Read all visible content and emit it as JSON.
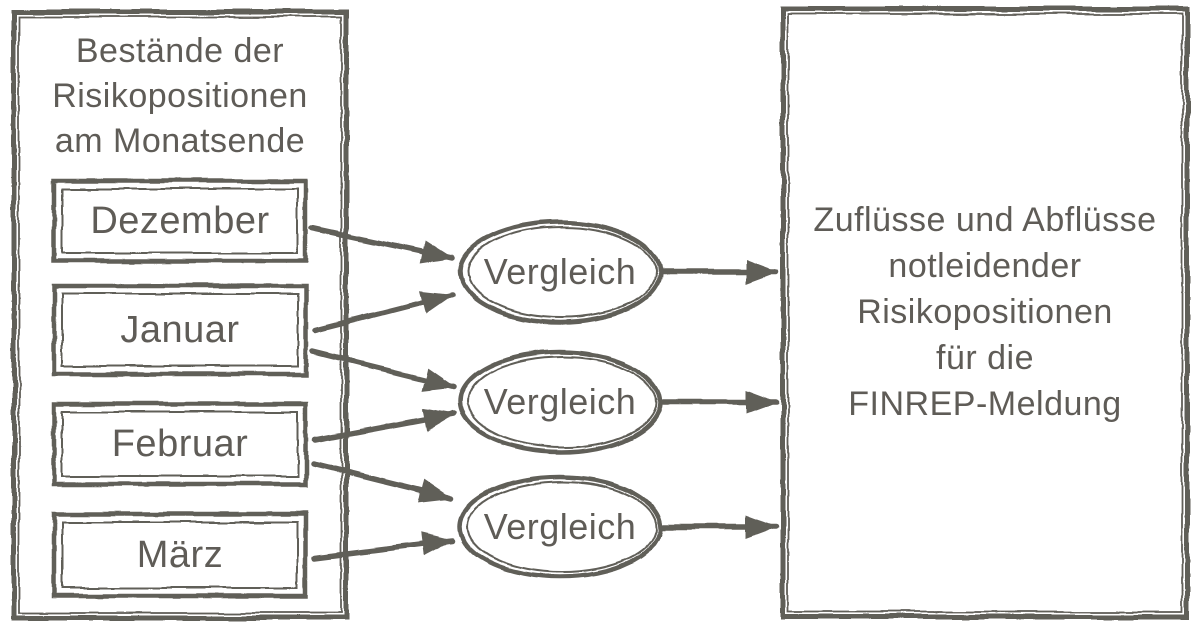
{
  "diagram": {
    "background": "#ffffff",
    "stroke_color": "#615e59",
    "left_panel": {
      "title": "Bestände der\nRisikopositionen\nam Monatsende",
      "months": [
        "Dezember",
        "Januar",
        "Februar",
        "März"
      ]
    },
    "process_nodes": [
      {
        "label": "Vergleich"
      },
      {
        "label": "Vergleich"
      },
      {
        "label": "Vergleich"
      }
    ],
    "right_panel": {
      "text": "Zuflüsse und Abflüsse\nnotleidender\nRisikopositionen\nfür die\nFINREP-Meldung"
    },
    "edges": [
      {
        "from": "Dezember",
        "to": "Vergleich-1"
      },
      {
        "from": "Januar",
        "to": "Vergleich-1"
      },
      {
        "from": "Januar",
        "to": "Vergleich-2"
      },
      {
        "from": "Februar",
        "to": "Vergleich-2"
      },
      {
        "from": "Februar",
        "to": "Vergleich-3"
      },
      {
        "from": "März",
        "to": "Vergleich-3"
      },
      {
        "from": "Vergleich-1",
        "to": "right-panel"
      },
      {
        "from": "Vergleich-2",
        "to": "right-panel"
      },
      {
        "from": "Vergleich-3",
        "to": "right-panel"
      }
    ]
  }
}
